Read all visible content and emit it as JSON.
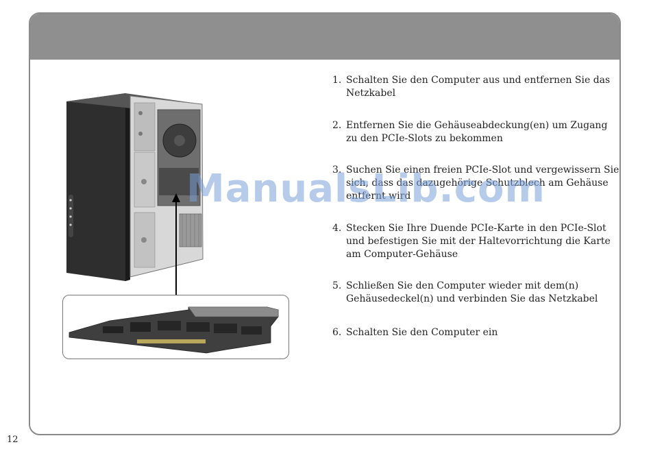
{
  "steps": [
    {
      "num": "1.",
      "text": "Schalten Sie den Computer aus und entfernen Sie das Netzkabel"
    },
    {
      "num": "2.",
      "text": "Entfernen Sie die Gehäuseabdeckung(en) um Zugang zu den PCIe-Slots zu bekommen"
    },
    {
      "num": "3.",
      "text": "Suchen Sie einen freien PCIe-Slot und vergewissern Sie sich, dass das dazugehörige Schutzblech am Gehäuse entfernt wird"
    },
    {
      "num": "4.",
      "text": "Stecken Sie Ihre Duende PCIe-Karte in den PCIe-Slot und befestigen Sie mit der Haltevorrichtung die Karte am Computer-Gehäuse"
    },
    {
      "num": "5.",
      "text": "Schließen Sie den Computer wieder mit dem(n) Gehäusedeckel(n) und verbinden Sie das Netzkabel"
    },
    {
      "num": "6.",
      "text": "Schalten Sie den Computer ein"
    }
  ],
  "watermark": "ManualsLib.com",
  "page_number": "12"
}
